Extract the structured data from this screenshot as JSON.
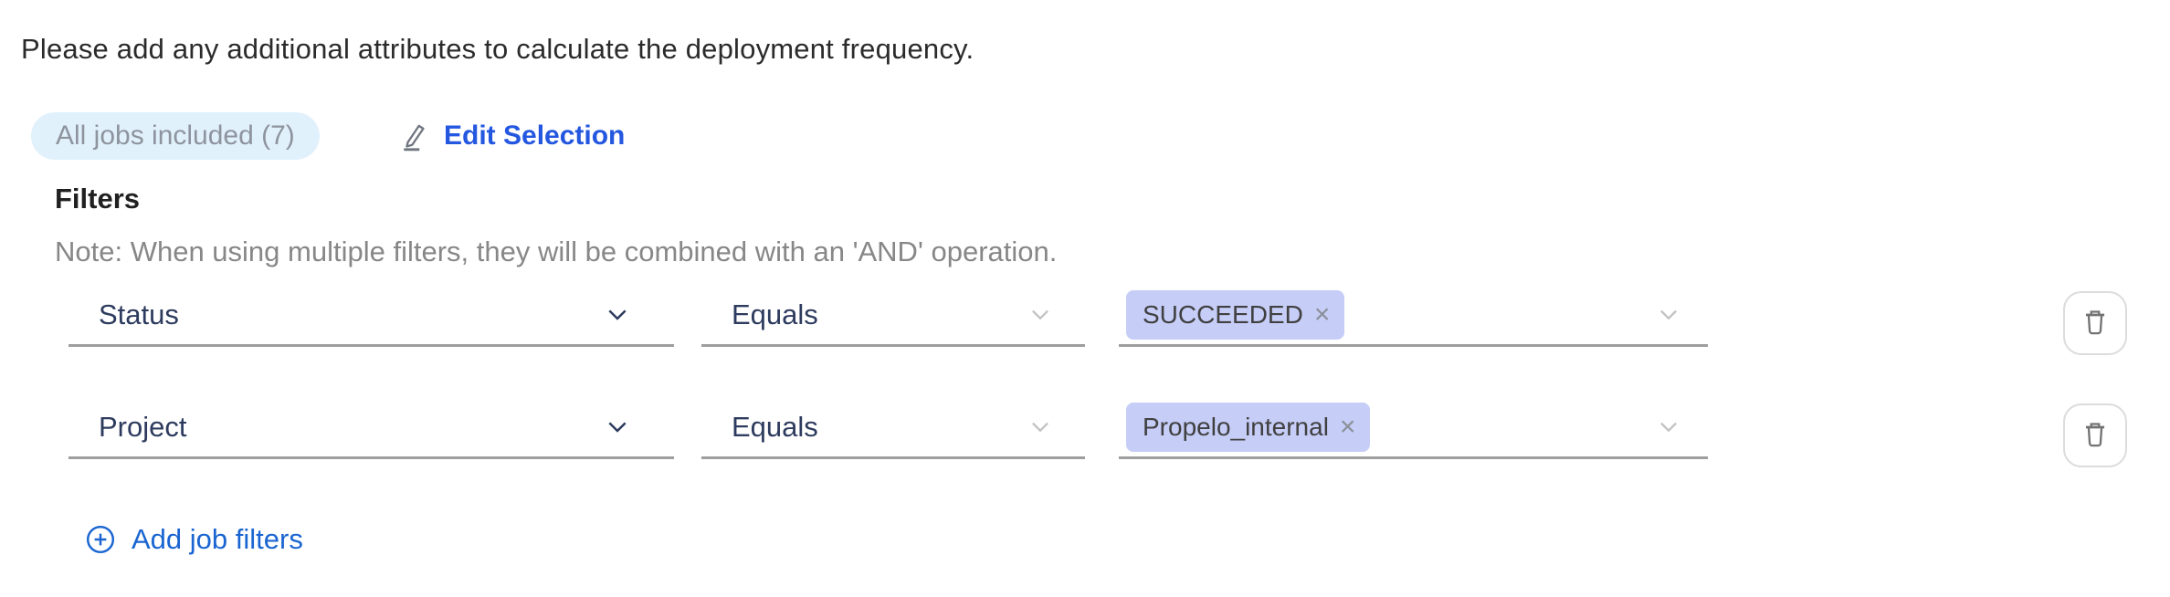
{
  "intro_text": "Please add any additional attributes to calculate the deployment frequency.",
  "jobs": {
    "badge_label": "All jobs included (7)",
    "edit_label": "Edit Selection"
  },
  "filters": {
    "heading": "Filters",
    "note": "Note: When using multiple filters, they will be combined with an 'AND' operation.",
    "rows": [
      {
        "attribute": "Status",
        "operator": "Equals",
        "value_tag": "SUCCEEDED"
      },
      {
        "attribute": "Project",
        "operator": "Equals",
        "value_tag": "Propelo_internal"
      }
    ],
    "add_label": "Add job filters"
  },
  "icons": {
    "remove_glyph": "×"
  },
  "colors": {
    "badge_bg": "#e1f1fb",
    "badge_text": "#8e949e",
    "edit_link_blue": "#2457e0",
    "add_link_blue": "#1a65d1",
    "field_label_navy": "#2d3b5e",
    "underline_gray": "#9e9e9e",
    "tag_bg": "#c6cdf7",
    "tag_text": "#404040"
  }
}
